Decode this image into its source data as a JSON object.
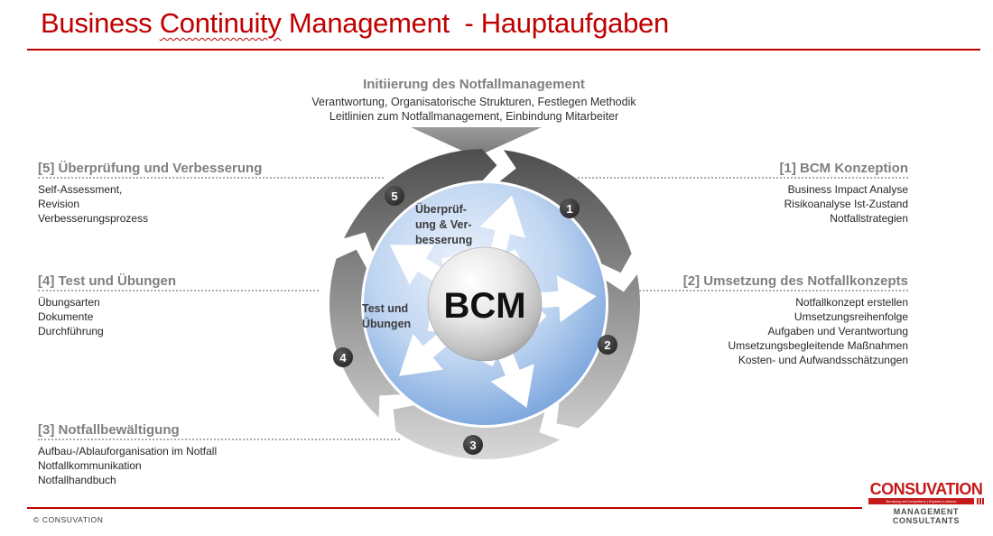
{
  "title": {
    "pre": "Business ",
    "misspelled": "Continuity",
    "post": " Management  - Hauptaufgaben"
  },
  "top_process": {
    "heading": "Initiierung des Notfallmanagement",
    "line1": "Verantwortung, Organisatorische Strukturen, Festlegen Methodik",
    "line2": "Leitlinien zum Notfallmanagement, Einbindung Mitarbeiter"
  },
  "left_blocks": [
    {
      "heading": "[5] Überprüfung und Verbesserung",
      "items": [
        "Self-Assessment,",
        "Revision",
        "Verbesserungsprozess"
      ]
    },
    {
      "heading": "[4] Test und Übungen",
      "items": [
        "Übungsarten",
        "Dokumente",
        "Durchführung"
      ]
    },
    {
      "heading": "[3] Notfallbewältigung",
      "items": [
        "Aufbau-/Ablauforganisation im Notfall",
        "Notfallkommunikation",
        "Notfallhandbuch"
      ]
    }
  ],
  "right_blocks": [
    {
      "heading": "[1] BCM Konzeption",
      "items": [
        "Business Impact Analyse",
        "Risikoanalyse Ist-Zustand",
        "Notfallstrategien"
      ]
    },
    {
      "heading": "[2] Umsetzung des Notfallkonzepts",
      "items": [
        "Notfallkonzept erstellen",
        "Umsetzungsreihenfolge",
        "Aufgaben und Verantwortung",
        "Umsetzungsbegleitende Maßnahmen",
        "Kosten- und Aufwandsschätzungen"
      ]
    }
  ],
  "diagram": {
    "center_label": "BCM",
    "inner_labels": [
      {
        "text": "Überprüf-\nung & Ver-\nbesserung"
      },
      {
        "text": "Test und\nÜbungen"
      }
    ],
    "badges": [
      "1",
      "2",
      "3",
      "4",
      "5"
    ]
  },
  "footer": {
    "copyright": "© CONSUVATION",
    "logo_name": "CONSUVATION",
    "logo_tagline": "Beratung mit Kompetenz | Experts in Advice",
    "logo_subtitle": "MANAGEMENT CONSULTANTS"
  },
  "colors": {
    "accent_red": "#C00000",
    "logo_red": "#C41A1A",
    "heading_gray": "#7F7F7F",
    "body_text": "#262626",
    "ring_dark": "#4E4E4E",
    "ring_light": "#D8D8D8",
    "blue_center": "#EDF3FC",
    "blue_edge": "#5C8ED2",
    "badge_fill": "#383838"
  }
}
